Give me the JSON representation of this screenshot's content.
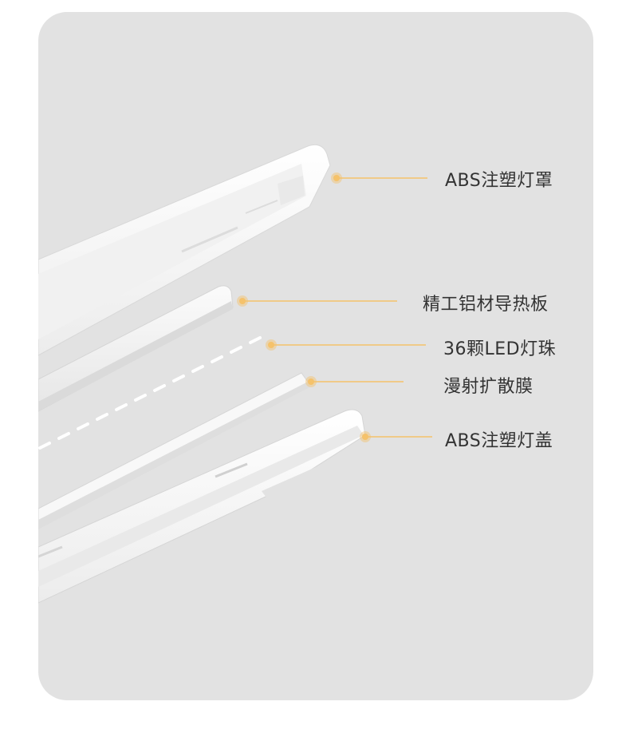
{
  "colors": {
    "background": "#e2e2e2",
    "accent": "#f5c26b",
    "text": "#333333"
  },
  "labels": [
    {
      "text": "ABS注塑灯罩"
    },
    {
      "text": "精工铝材导热板"
    },
    {
      "text": "36颗LED灯珠"
    },
    {
      "text": "漫射扩散膜"
    },
    {
      "text": "ABS注塑灯盖"
    }
  ]
}
